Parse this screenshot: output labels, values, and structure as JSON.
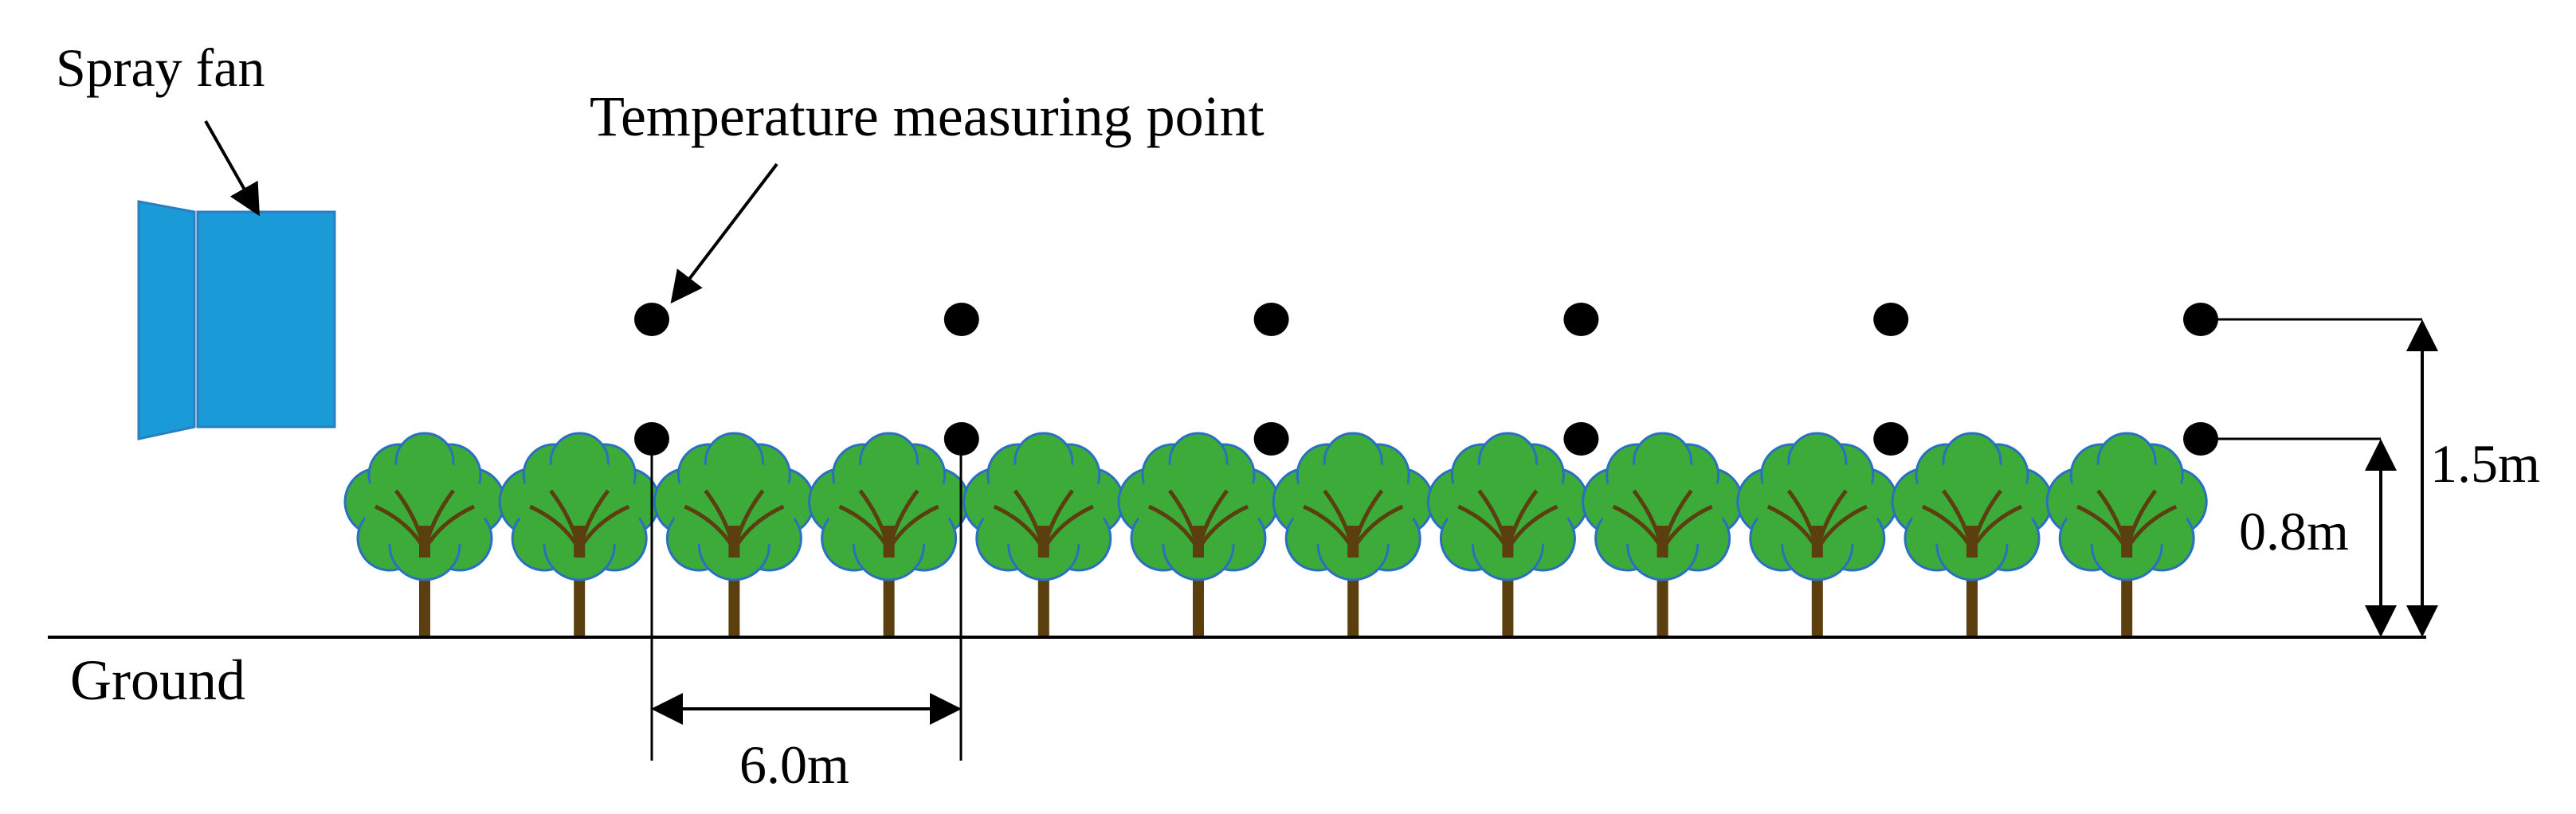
{
  "labels": {
    "spray_fan": "Spray fan",
    "measuring_point": "Temperature measuring point",
    "ground": "Ground",
    "spacing": "6.0m",
    "low_height": "0.8m",
    "high_height": "1.5m"
  },
  "colors": {
    "fan": "#1b9ad8",
    "canopy": "#3cab3a",
    "canopy_outline": "#2a6fc0",
    "trunk": "#5b3f0e",
    "point": "#000000",
    "line": "#000000"
  },
  "icons": {
    "fan": "spray-fan-icon",
    "tree": "tree-icon",
    "point": "measuring-point-icon"
  },
  "counts": {
    "trees": 12,
    "point_columns": 6
  }
}
